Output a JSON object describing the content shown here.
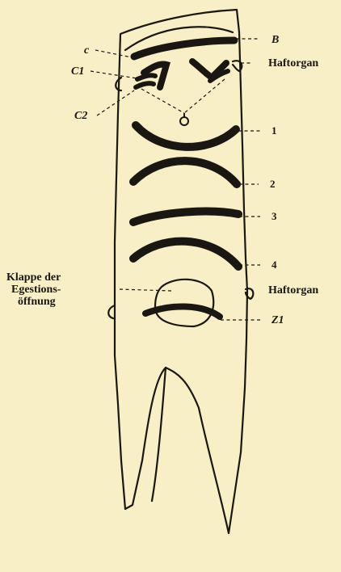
{
  "figure": {
    "labels": {
      "c": "c",
      "c1": "C1",
      "c2": "C2",
      "b": "B",
      "haftorgan_top": "Haftorgan",
      "n1": "1",
      "n2": "2",
      "n3": "3",
      "n4": "4",
      "klappe_line1": "Klappe der",
      "klappe_line2": "Egestions-",
      "klappe_line3": "öffnung",
      "haftorgan_bottom": "Haftorgan",
      "z1": "Z1"
    },
    "colors": {
      "ink": "#1a1713",
      "paper": "#f8efc6"
    }
  }
}
